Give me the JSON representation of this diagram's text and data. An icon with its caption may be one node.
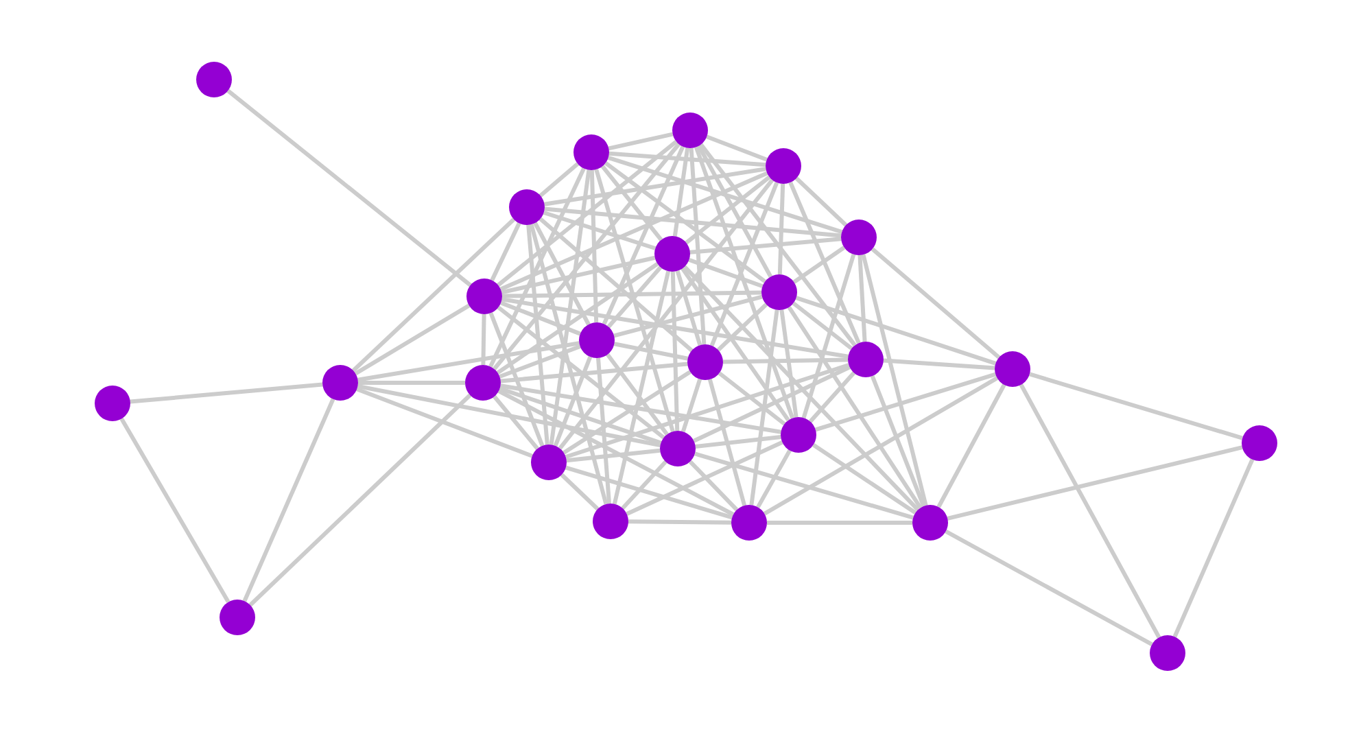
{
  "diagram": {
    "nodes": [
      {
        "text": [],
        "shape": "circle"
      },
      {
        "text": [],
        "shape": "circle"
      },
      {
        "text": [],
        "shape": "circle"
      },
      {
        "text": [],
        "shape": "circle"
      },
      {
        "text": [],
        "shape": "circle"
      },
      {
        "text": [],
        "shape": "circle"
      },
      {
        "text": [],
        "shape": "circle"
      },
      {
        "text": [],
        "shape": "circle"
      },
      {
        "text": [],
        "shape": "circle"
      },
      {
        "text": [],
        "shape": "circle"
      },
      {
        "text": [],
        "shape": "circle"
      },
      {
        "text": [],
        "shape": "circle"
      },
      {
        "text": [],
        "shape": "circle"
      },
      {
        "text": [],
        "shape": "circle"
      },
      {
        "text": [],
        "shape": "circle"
      },
      {
        "text": [],
        "shape": "circle"
      },
      {
        "text": [],
        "shape": "circle"
      },
      {
        "text": [],
        "shape": "circle"
      },
      {
        "text": [],
        "shape": "circle"
      },
      {
        "text": [],
        "shape": "circle"
      },
      {
        "text": [],
        "shape": "circle"
      },
      {
        "text": [],
        "shape": "circle"
      },
      {
        "text": [],
        "shape": "circle"
      },
      {
        "text": [],
        "shape": "circle"
      },
      {
        "text": [],
        "shape": "circle"
      }
    ],
    "edges": [
      {
        "from": 0,
        "to": 8,
        "arrow": "none"
      },
      {
        "from": 1,
        "to": 2,
        "arrow": "none"
      },
      {
        "from": 1,
        "to": 3,
        "arrow": "none"
      },
      {
        "from": 1,
        "to": 6,
        "arrow": "none"
      },
      {
        "from": 1,
        "to": 7,
        "arrow": "none"
      },
      {
        "from": 1,
        "to": 8,
        "arrow": "none"
      },
      {
        "from": 1,
        "to": 9,
        "arrow": "none"
      },
      {
        "from": 1,
        "to": 10,
        "arrow": "none"
      },
      {
        "from": 1,
        "to": 11,
        "arrow": "none"
      },
      {
        "from": 1,
        "to": 14,
        "arrow": "none"
      },
      {
        "from": 1,
        "to": 16,
        "arrow": "none"
      },
      {
        "from": 2,
        "to": 3,
        "arrow": "none"
      },
      {
        "from": 2,
        "to": 4,
        "arrow": "none"
      },
      {
        "from": 2,
        "to": 5,
        "arrow": "none"
      },
      {
        "from": 2,
        "to": 6,
        "arrow": "none"
      },
      {
        "from": 2,
        "to": 7,
        "arrow": "none"
      },
      {
        "from": 2,
        "to": 9,
        "arrow": "none"
      },
      {
        "from": 2,
        "to": 14,
        "arrow": "none"
      },
      {
        "from": 2,
        "to": 18,
        "arrow": "none"
      },
      {
        "from": 2,
        "to": 19,
        "arrow": "none"
      },
      {
        "from": 3,
        "to": 4,
        "arrow": "none"
      },
      {
        "from": 3,
        "to": 5,
        "arrow": "none"
      },
      {
        "from": 3,
        "to": 6,
        "arrow": "none"
      },
      {
        "from": 3,
        "to": 7,
        "arrow": "none"
      },
      {
        "from": 3,
        "to": 8,
        "arrow": "none"
      },
      {
        "from": 3,
        "to": 10,
        "arrow": "none"
      },
      {
        "from": 3,
        "to": 11,
        "arrow": "none"
      },
      {
        "from": 3,
        "to": 19,
        "arrow": "none"
      },
      {
        "from": 4,
        "to": 5,
        "arrow": "none"
      },
      {
        "from": 4,
        "to": 6,
        "arrow": "none"
      },
      {
        "from": 4,
        "to": 8,
        "arrow": "none"
      },
      {
        "from": 4,
        "to": 9,
        "arrow": "none"
      },
      {
        "from": 4,
        "to": 11,
        "arrow": "none"
      },
      {
        "from": 4,
        "to": 13,
        "arrow": "none"
      },
      {
        "from": 4,
        "to": 19,
        "arrow": "none"
      },
      {
        "from": 4,
        "to": 20,
        "arrow": "none"
      },
      {
        "from": 5,
        "to": 6,
        "arrow": "none"
      },
      {
        "from": 5,
        "to": 7,
        "arrow": "none"
      },
      {
        "from": 5,
        "to": 10,
        "arrow": "none"
      },
      {
        "from": 5,
        "to": 12,
        "arrow": "none"
      },
      {
        "from": 5,
        "to": 16,
        "arrow": "none"
      },
      {
        "from": 5,
        "to": 22,
        "arrow": "none"
      },
      {
        "from": 6,
        "to": 7,
        "arrow": "none"
      },
      {
        "from": 6,
        "to": 8,
        "arrow": "none"
      },
      {
        "from": 6,
        "to": 9,
        "arrow": "none"
      },
      {
        "from": 6,
        "to": 11,
        "arrow": "none"
      },
      {
        "from": 6,
        "to": 14,
        "arrow": "none"
      },
      {
        "from": 6,
        "to": 16,
        "arrow": "none"
      },
      {
        "from": 6,
        "to": 18,
        "arrow": "none"
      },
      {
        "from": 6,
        "to": 20,
        "arrow": "none"
      },
      {
        "from": 6,
        "to": 22,
        "arrow": "none"
      },
      {
        "from": 7,
        "to": 8,
        "arrow": "none"
      },
      {
        "from": 7,
        "to": 9,
        "arrow": "none"
      },
      {
        "from": 7,
        "to": 10,
        "arrow": "none"
      },
      {
        "from": 7,
        "to": 11,
        "arrow": "none"
      },
      {
        "from": 7,
        "to": 12,
        "arrow": "none"
      },
      {
        "from": 7,
        "to": 16,
        "arrow": "none"
      },
      {
        "from": 7,
        "to": 21,
        "arrow": "none"
      },
      {
        "from": 7,
        "to": 22,
        "arrow": "none"
      },
      {
        "from": 8,
        "to": 9,
        "arrow": "none"
      },
      {
        "from": 8,
        "to": 10,
        "arrow": "none"
      },
      {
        "from": 8,
        "to": 13,
        "arrow": "none"
      },
      {
        "from": 8,
        "to": 14,
        "arrow": "none"
      },
      {
        "from": 8,
        "to": 18,
        "arrow": "none"
      },
      {
        "from": 8,
        "to": 19,
        "arrow": "none"
      },
      {
        "from": 9,
        "to": 11,
        "arrow": "none"
      },
      {
        "from": 9,
        "to": 13,
        "arrow": "none"
      },
      {
        "from": 9,
        "to": 14,
        "arrow": "none"
      },
      {
        "from": 9,
        "to": 18,
        "arrow": "none"
      },
      {
        "from": 9,
        "to": 19,
        "arrow": "none"
      },
      {
        "from": 9,
        "to": 20,
        "arrow": "none"
      },
      {
        "from": 10,
        "to": 11,
        "arrow": "none"
      },
      {
        "from": 10,
        "to": 12,
        "arrow": "none"
      },
      {
        "from": 10,
        "to": 16,
        "arrow": "none"
      },
      {
        "from": 10,
        "to": 18,
        "arrow": "none"
      },
      {
        "from": 10,
        "to": 19,
        "arrow": "none"
      },
      {
        "from": 10,
        "to": 22,
        "arrow": "none"
      },
      {
        "from": 11,
        "to": 14,
        "arrow": "none"
      },
      {
        "from": 11,
        "to": 16,
        "arrow": "none"
      },
      {
        "from": 11,
        "to": 18,
        "arrow": "none"
      },
      {
        "from": 11,
        "to": 19,
        "arrow": "none"
      },
      {
        "from": 11,
        "to": 21,
        "arrow": "none"
      },
      {
        "from": 12,
        "to": 16,
        "arrow": "none"
      },
      {
        "from": 12,
        "to": 17,
        "arrow": "none"
      },
      {
        "from": 12,
        "to": 21,
        "arrow": "none"
      },
      {
        "from": 12,
        "to": 22,
        "arrow": "none"
      },
      {
        "from": 12,
        "to": 24,
        "arrow": "none"
      },
      {
        "from": 13,
        "to": 14,
        "arrow": "none"
      },
      {
        "from": 13,
        "to": 15,
        "arrow": "none"
      },
      {
        "from": 13,
        "to": 18,
        "arrow": "none"
      },
      {
        "from": 13,
        "to": 19,
        "arrow": "none"
      },
      {
        "from": 13,
        "to": 23,
        "arrow": "none"
      },
      {
        "from": 14,
        "to": 16,
        "arrow": "none"
      },
      {
        "from": 14,
        "to": 18,
        "arrow": "none"
      },
      {
        "from": 14,
        "to": 19,
        "arrow": "none"
      },
      {
        "from": 14,
        "to": 21,
        "arrow": "none"
      },
      {
        "from": 14,
        "to": 23,
        "arrow": "none"
      },
      {
        "from": 15,
        "to": 23,
        "arrow": "none"
      },
      {
        "from": 16,
        "to": 18,
        "arrow": "none"
      },
      {
        "from": 16,
        "to": 20,
        "arrow": "none"
      },
      {
        "from": 16,
        "to": 21,
        "arrow": "none"
      },
      {
        "from": 16,
        "to": 22,
        "arrow": "none"
      },
      {
        "from": 17,
        "to": 22,
        "arrow": "none"
      },
      {
        "from": 17,
        "to": 24,
        "arrow": "none"
      },
      {
        "from": 18,
        "to": 19,
        "arrow": "none"
      },
      {
        "from": 18,
        "to": 20,
        "arrow": "none"
      },
      {
        "from": 18,
        "to": 21,
        "arrow": "none"
      },
      {
        "from": 18,
        "to": 22,
        "arrow": "none"
      },
      {
        "from": 19,
        "to": 20,
        "arrow": "none"
      },
      {
        "from": 19,
        "to": 21,
        "arrow": "none"
      },
      {
        "from": 20,
        "to": 21,
        "arrow": "none"
      },
      {
        "from": 21,
        "to": 22,
        "arrow": "none"
      },
      {
        "from": 22,
        "to": 24,
        "arrow": "none"
      }
    ]
  }
}
